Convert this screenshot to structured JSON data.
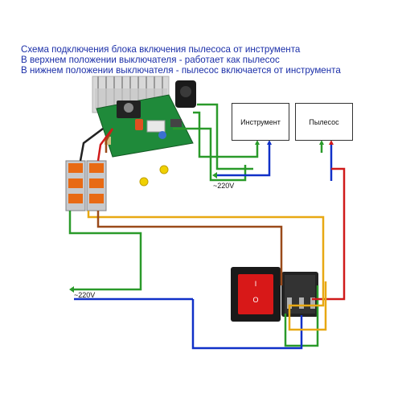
{
  "caption": {
    "line1": "Схема подключения блока включения пылесоса от инструмента",
    "line2": "В верхнем положении выключателя - работает как пылесос",
    "line3": "В нижнем положении выключателя -  пылесос включается от инструмента"
  },
  "boxes": {
    "instrument": "Инструмент",
    "vacuum": "Пылесос"
  },
  "labels": {
    "mains_top": "~220V",
    "mains_bottom": "~220V"
  },
  "colors": {
    "green": "#2a9a2a",
    "blue": "#1030c8",
    "red": "#d01a1a",
    "orange": "#e8a812",
    "brown": "#9a4a1a",
    "caption": "#1a2ea8"
  }
}
